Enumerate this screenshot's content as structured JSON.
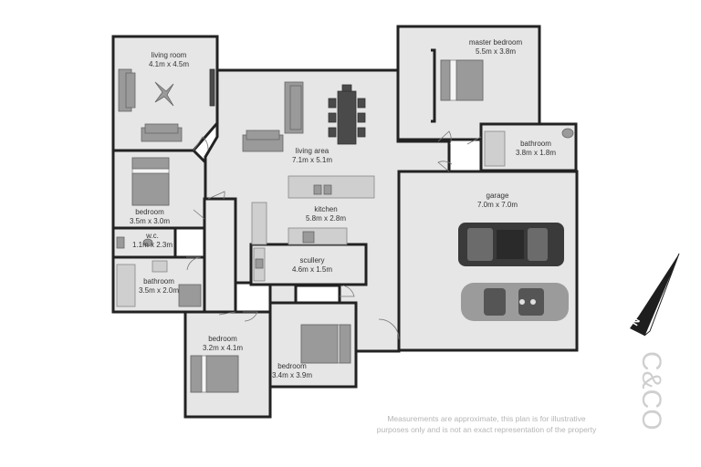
{
  "rooms": {
    "living_room": {
      "name": "living room",
      "dims": "4.1m x 4.5m"
    },
    "living_area": {
      "name": "living area",
      "dims": "7.1m x 5.1m"
    },
    "master_bedroom": {
      "name": "master bedroom",
      "dims": "5.5m x 3.8m"
    },
    "bathroom_ensuite": {
      "name": "bathroom",
      "dims": "3.8m x 1.8m"
    },
    "garage": {
      "name": "garage",
      "dims": "7.0m x 7.0m"
    },
    "bedroom_west": {
      "name": "bedroom",
      "dims": "3.5m x 3.0m"
    },
    "kitchen": {
      "name": "kitchen",
      "dims": "5.8m x 2.8m"
    },
    "wc": {
      "name": "w.c.",
      "dims": "1.1m x 2.3m"
    },
    "scullery": {
      "name": "scullery",
      "dims": "4.6m x 1.5m"
    },
    "bathroom_main": {
      "name": "bathroom",
      "dims": "3.5m x 2.0m"
    },
    "bedroom_sw": {
      "name": "bedroom",
      "dims": "3.2m x 4.1m"
    },
    "bedroom_south": {
      "name": "bedroom",
      "dims": "3.4m x 3.9m"
    }
  },
  "compass": {
    "label": "N"
  },
  "disclaimer": {
    "line1": "Measurements are approximate, this plan is for illustrative",
    "line2": "purposes only and is not an exact representation of the property"
  },
  "brand": {
    "logo_text": "C&CO"
  },
  "colors": {
    "floor": "#e6e6e6",
    "wall": "#222222",
    "car": "#3a3a3a",
    "text": "#333333"
  }
}
